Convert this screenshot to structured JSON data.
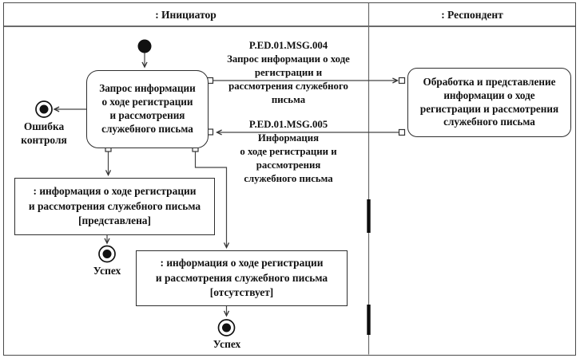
{
  "diagram": {
    "type": "uml-activity-diagram",
    "lanes": {
      "initiator": ": Инициатор",
      "respondent": ": Респондент"
    },
    "nodes": {
      "activity_request": {
        "text": "Запрос информации\nо ходе регистрации\nи рассмотрения\nслужебного письма"
      },
      "activity_process": {
        "text": "Обработка и представление\nинформации о ходе\nрегистрации и рассмотрения\nслужебного письма"
      },
      "object_provided": {
        "text": ": информация о ходе регистрации\nи рассмотрения служебного письма\n[представлена]"
      },
      "object_absent": {
        "text": ": информация о ходе регистрации\nи рассмотрения служебного письма\n[отсутствует]"
      },
      "final_error": {
        "label": "Ошибка\nконтроля"
      },
      "final_success_left": {
        "label": "Успех"
      },
      "final_success_right": {
        "label": "Успех"
      }
    },
    "messages": {
      "msg004": {
        "text": "P.ED.01.MSG.004\nЗапрос информации о ходе\nрегистрации и\nрассмотрения служебного\nписьма"
      },
      "msg005": {
        "text": "P.ED.01.MSG.005\nИнформация\nо ходе регистрации и\nрассмотрения\nслужебного письма"
      }
    },
    "colors": {
      "line": "#4a4a4a",
      "text": "#111111",
      "node_fill": "#000000",
      "background": "#ffffff"
    }
  }
}
